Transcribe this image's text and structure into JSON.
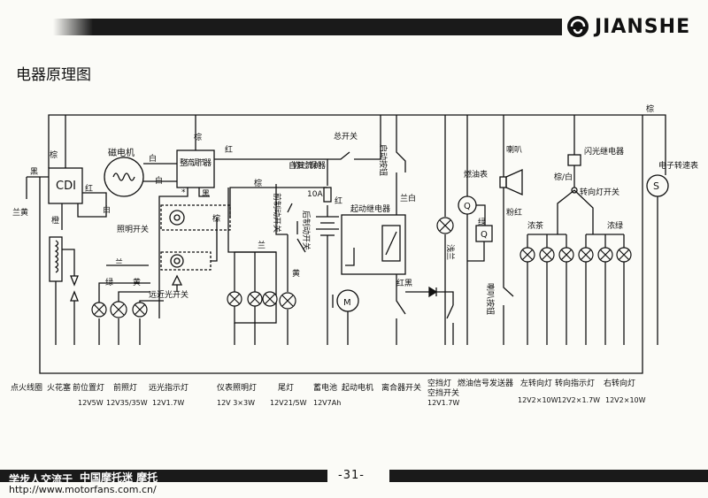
{
  "header": {
    "brand": "JIANSHE"
  },
  "page_title": "电器原理图",
  "footer": {
    "page_number": "-31-",
    "brand_text": "中国摩托迷 摩托",
    "watermark": "学步人交流于",
    "url": "http://www.motorfans.com.cn/"
  },
  "diagram": {
    "components": {
      "cdi": "CDI",
      "magneto": "磁电机",
      "regulator": "整流调节器",
      "lighting_switch": "照明开关",
      "beam_switch": "远近光开关",
      "master_switch": "总开关",
      "start_button": "启动按钮",
      "front_brake_switch": "前制动开关",
      "rear_brake_switch": "后制动开关",
      "breaker": "自恢复过流保护器",
      "fuse": "10A",
      "start_relay": "起动继电器",
      "fuel_gauge": "燃油表",
      "horn": "喇叭",
      "horn_button": "喇叭按钮",
      "flasher": "闪光继电器",
      "turn_switch": "转向灯开关",
      "speedometer": "电子转速表",
      "speedo_symbol": "S",
      "gauge_symbol": "Q",
      "motor_symbol": "M"
    },
    "wire_colors": {
      "brown": "棕",
      "black": "黑",
      "blue_yellow": "兰黄",
      "orange": "橙",
      "red": "红",
      "white": "白",
      "green": "绿",
      "yellow": "黄",
      "blue": "兰",
      "blue_white": "兰白",
      "red_black": "红黑",
      "pink_red": "粉红",
      "light_blue": "浅兰",
      "brown_white": "棕/白",
      "dark_tea": "浓茶",
      "dark_green": "浓绿",
      "star": "*"
    },
    "bottom_labels": [
      {
        "name": "点火线圈",
        "spec": ""
      },
      {
        "name": "火花塞",
        "spec": ""
      },
      {
        "name": "前位置灯",
        "spec": "12V5W"
      },
      {
        "name": "前照灯",
        "spec": "12V35/35W"
      },
      {
        "name": "远光指示灯",
        "spec": "12V1.7W"
      },
      {
        "name": "仪表照明灯",
        "spec": "12V 3×3W"
      },
      {
        "name": "尾灯",
        "spec": "12V21/5W"
      },
      {
        "name": "蓄电池",
        "spec": "12V7Ah"
      },
      {
        "name": "起动电机",
        "spec": ""
      },
      {
        "name": "离合器开关",
        "spec": ""
      },
      {
        "name": "空挡灯",
        "spec": "12V1.7W"
      },
      {
        "name": "空挡开关",
        "spec": ""
      },
      {
        "name": "燃油信号发送器",
        "spec": ""
      },
      {
        "name": "左转向灯",
        "spec": "12V2×10W"
      },
      {
        "name": "转向指示灯",
        "spec": "12V2×1.7W"
      },
      {
        "name": "右转向灯",
        "spec": "12V2×10W"
      }
    ]
  }
}
